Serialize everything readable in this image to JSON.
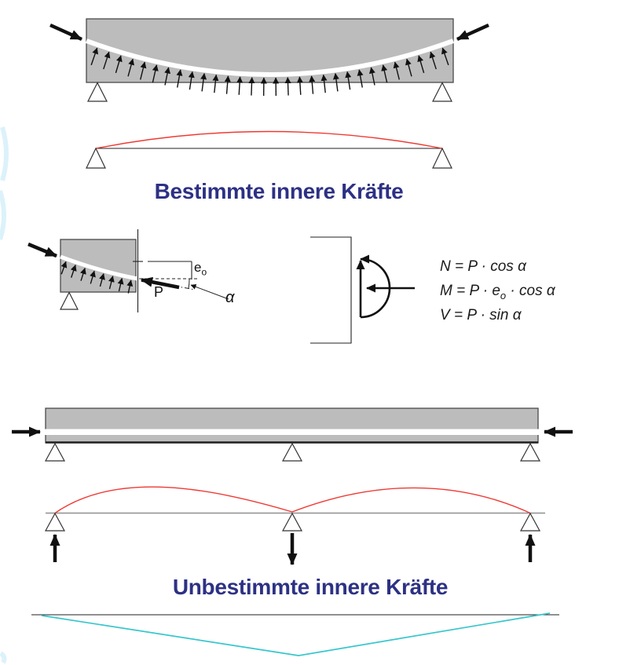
{
  "titles": {
    "determinate": "Bestimmte innere Kräfte",
    "indeterminate": "Unbestimmte innere Kräfte"
  },
  "cut_detail": {
    "eccentricity_base": "e",
    "eccentricity_sub": "o",
    "force_label": "P",
    "angle_label": "α"
  },
  "formulas": [
    {
      "pre": "N = P · cos α",
      "sub": "",
      "post": ""
    },
    {
      "pre": "M = P · e",
      "sub": "o",
      "post": " · cos α"
    },
    {
      "pre": "V = P · sin α",
      "sub": "",
      "post": ""
    }
  ],
  "colors": {
    "beam_fill": "#bcbcbc",
    "deflection_red": "#ee3a34",
    "moment_cyan": "#38c6cc",
    "title_navy": "#2d3184"
  }
}
